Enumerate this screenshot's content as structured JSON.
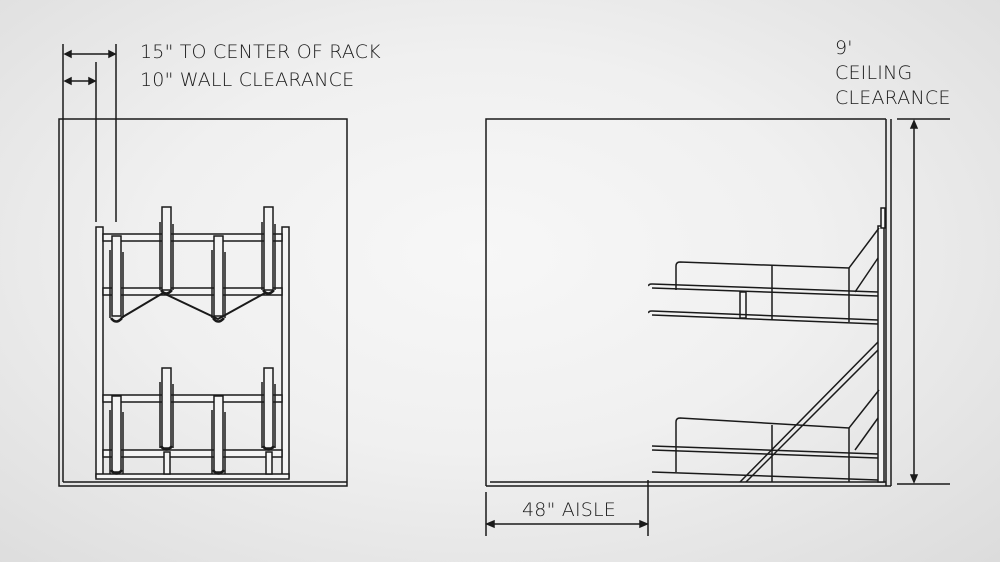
{
  "labels": {
    "rack_center": "15\" TO CENTER OF RACK",
    "wall_clearance": "10\" WALL CLEARANCE",
    "ceiling_value": "9'",
    "ceiling_line1": "CEILING",
    "ceiling_line2": "CLEARANCE",
    "aisle": "48\" AISLE"
  },
  "views": {
    "front": "front-elevation",
    "side": "side-elevation"
  },
  "colors": {
    "line": "#1a1a1a",
    "fill": "#f4f4f4"
  }
}
